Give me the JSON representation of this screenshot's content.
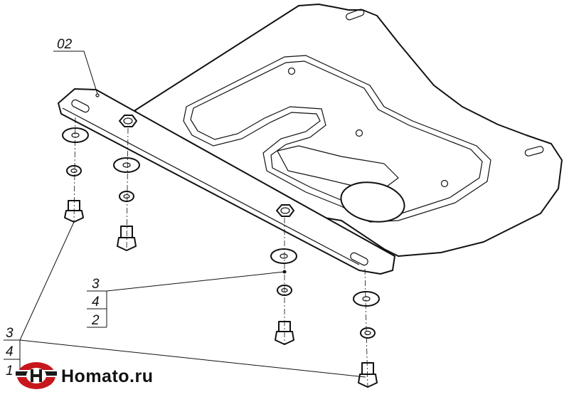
{
  "part_label": "02",
  "callouts": {
    "group_a": [
      "3",
      "4",
      "2"
    ],
    "group_b": [
      "3",
      "4",
      "1"
    ]
  },
  "logo": {
    "text": "Homato.ru",
    "colors": {
      "red": "#c8161d",
      "dark": "#1a1a1a"
    }
  }
}
